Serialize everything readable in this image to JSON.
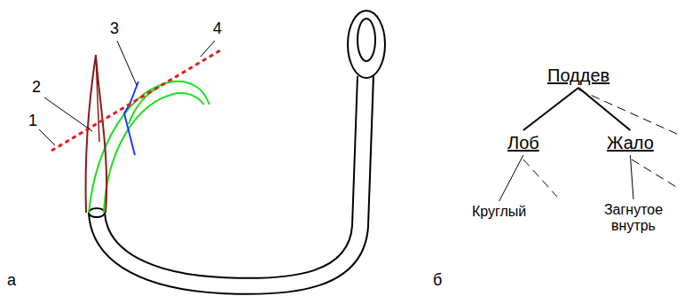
{
  "diagram": {
    "nodes": [
      {
        "text": [
          "Поддев"
        ]
      },
      {
        "text": [
          "Лоб"
        ]
      },
      {
        "text": [
          "Жало"
        ]
      },
      {
        "text": [
          "Круглый"
        ]
      },
      {
        "text": [
          "Загнутое внутрь"
        ]
      }
    ],
    "edges": [
      {
        "from": 0,
        "to": 1,
        "arrow": "none"
      },
      {
        "from": 0,
        "to": 2,
        "arrow": "none"
      },
      {
        "from": 1,
        "to": 3,
        "arrow": "none"
      },
      {
        "from": 2,
        "to": 4,
        "arrow": "none"
      }
    ],
    "labels": [
      "1",
      "2",
      "3",
      "4",
      "а",
      "б"
    ]
  }
}
